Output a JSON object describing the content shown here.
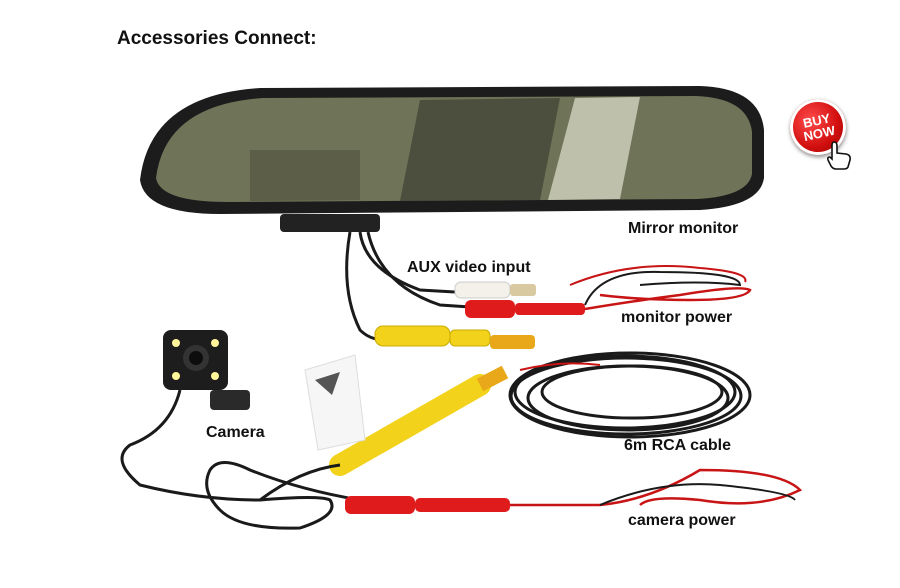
{
  "heading": "Accessories Connect:",
  "labels": {
    "mirror_monitor": "Mirror monitor",
    "aux_video_input": "AUX video input",
    "monitor_power": "monitor power",
    "camera": "Camera",
    "rca_cable": "6m RCA cable",
    "camera_power": "camera power"
  },
  "buy_badge": {
    "line1": "BUY",
    "line2": "NOW"
  },
  "colors": {
    "badge_red": "#d20f0f",
    "rca_yellow": "#f2d21a",
    "power_red": "#e01b1b",
    "cable_black": "#1a1a1a"
  }
}
